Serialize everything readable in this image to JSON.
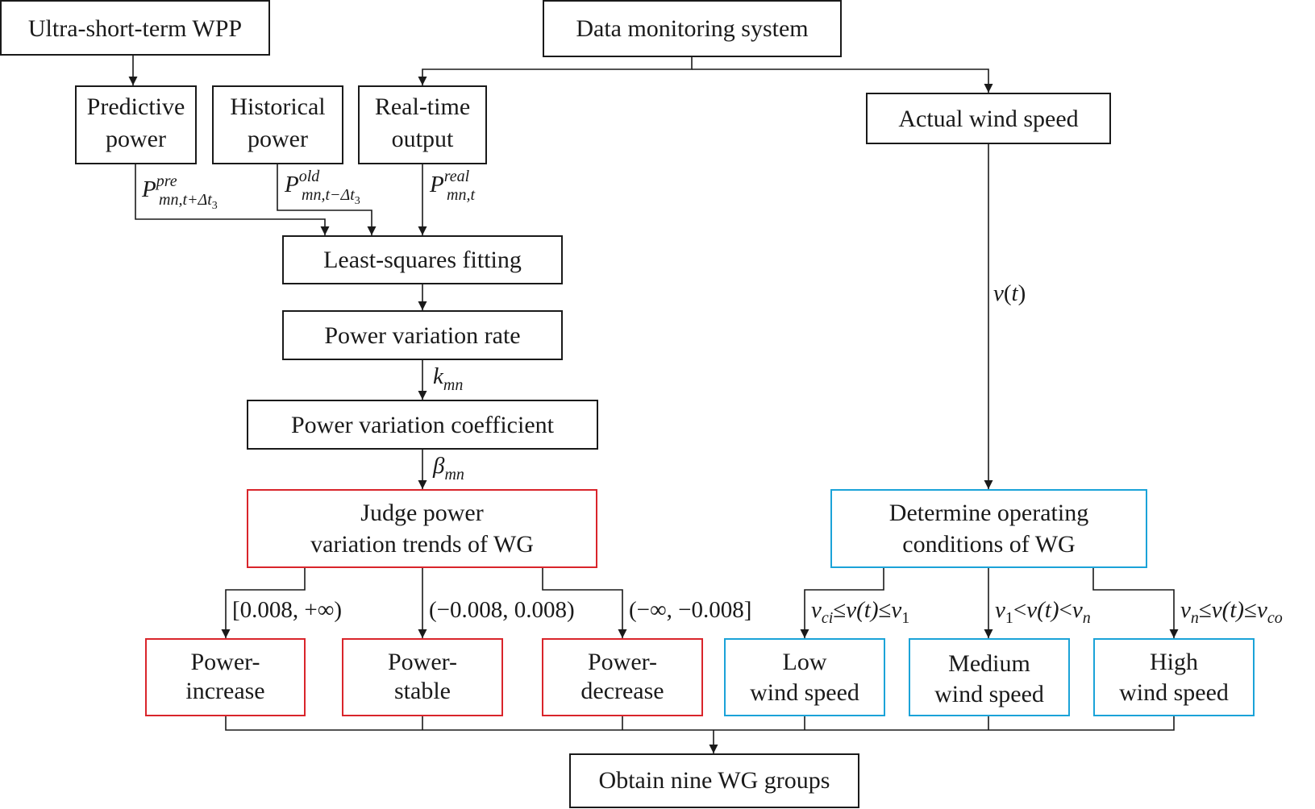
{
  "boxes": {
    "ultra_wpp": "Ultra-short-term WPP",
    "data_monitor": "Data monitoring system",
    "predictive_1": "Predictive",
    "predictive_2": "power",
    "historical_1": "Historical",
    "historical_2": "power",
    "realtime_1": "Real-time",
    "realtime_2": "output",
    "actual_wind": "Actual wind speed",
    "least_squares": "Least-squares fitting",
    "variation_rate": "Power variation rate",
    "variation_coef": "Power variation coefficient",
    "judge_1": "Judge power",
    "judge_2": "variation trends of WG",
    "determine_1": "Determine operating",
    "determine_2": "conditions of WG",
    "increase_1": "Power-",
    "increase_2": "increase",
    "stable_1": "Power-",
    "stable_2": "stable",
    "decrease_1": "Power-",
    "decrease_2": "decrease",
    "low_1": "Low",
    "low_2": "wind speed",
    "medium_1": "Medium",
    "medium_2": "wind speed",
    "high_1": "High",
    "high_2": "wind speed",
    "nine_groups": "Obtain nine WG groups"
  },
  "labels": {
    "p_pre": {
      "base": "P",
      "sup": "pre",
      "sub": "mn,t+Δt",
      "subsub": "3"
    },
    "p_old": {
      "base": "P",
      "sup": "old",
      "sub": "mn,t−Δt",
      "subsub": "3"
    },
    "p_real": {
      "base": "P",
      "sup": "real",
      "sub": "mn,t"
    },
    "k": {
      "base": "k",
      "sub": "mn"
    },
    "beta": {
      "base": "β",
      "sub": "mn"
    },
    "vt": {
      "v": "v",
      "open": "(",
      "t": "t",
      "close": ")"
    },
    "range_increase": "[0.008, +∞)",
    "range_stable": "(−0.008, 0.008)",
    "range_decrease": "(−∞, −0.008]",
    "cond_low": {
      "v1": "v",
      "s1": "ci",
      "op1": "≤",
      "mid": "v",
      "paren": "(t)",
      "op2": "≤",
      "v2": "v",
      "s2": "1"
    },
    "cond_med": {
      "v1": "v",
      "s1": "1",
      "op1": "<",
      "mid": "v",
      "paren": "(t)",
      "op2": "<",
      "v2": "v",
      "s2": "n"
    },
    "cond_high": {
      "v1": "v",
      "s1": "n",
      "op1": "≤",
      "mid": "v",
      "paren": "(t)",
      "op2": "≤",
      "v2": "v",
      "s2": "co"
    }
  },
  "colors": {
    "line": "#1a1a1a",
    "trend_border": "#d9252b",
    "condition_border": "#1ba3d8"
  }
}
